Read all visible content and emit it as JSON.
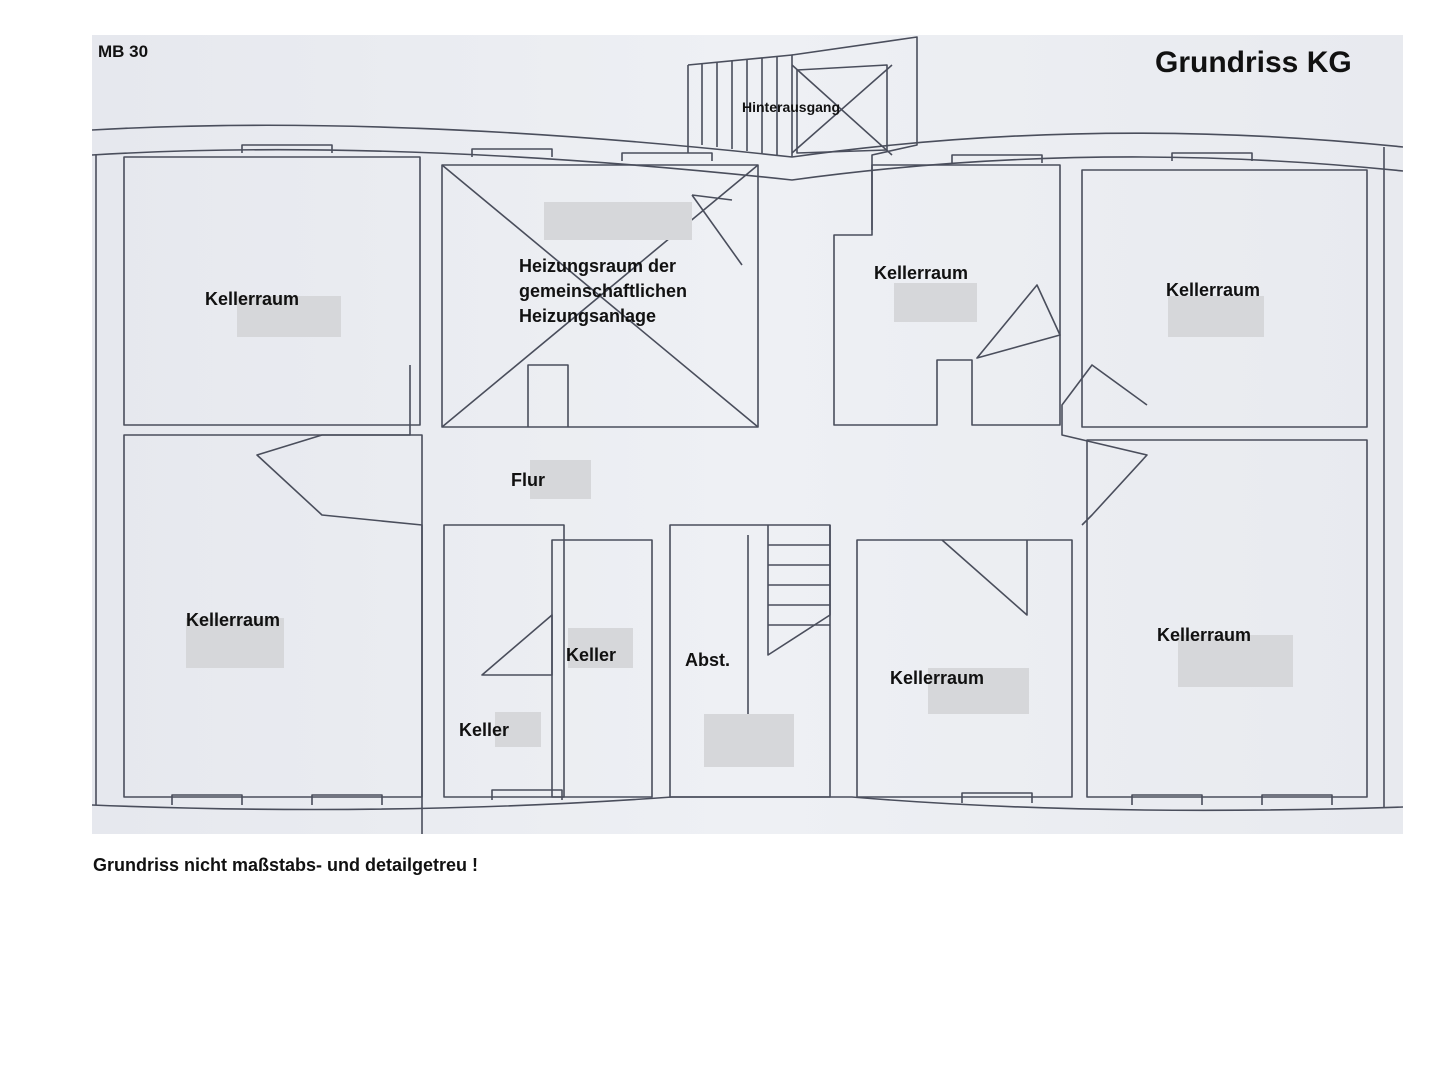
{
  "header": {
    "scale": "MB 30",
    "title": "Grundriss KG"
  },
  "rooms": {
    "hinterausgang": "Hinterausgang",
    "heizungsraum": "Heizungsraum der\ngemeinschaftlichen\nHeizungsanlage",
    "kellerraum_tl": "Kellerraum",
    "kellerraum_tc": "Kellerraum",
    "kellerraum_tr": "Kellerraum",
    "kellerraum_bl": "Kellerraum",
    "kellerraum_bc": "Kellerraum",
    "kellerraum_br": "Kellerraum",
    "flur": "Flur",
    "keller_small_1": "Keller",
    "keller_small_2": "Keller",
    "abst": "Abst."
  },
  "footer": {
    "note": "Grundriss nicht maßstabs- und detailgetreu !"
  },
  "colors": {
    "paper": "#eceef2",
    "wall": "#4a4e5c",
    "redaction": "#d6d7da"
  }
}
